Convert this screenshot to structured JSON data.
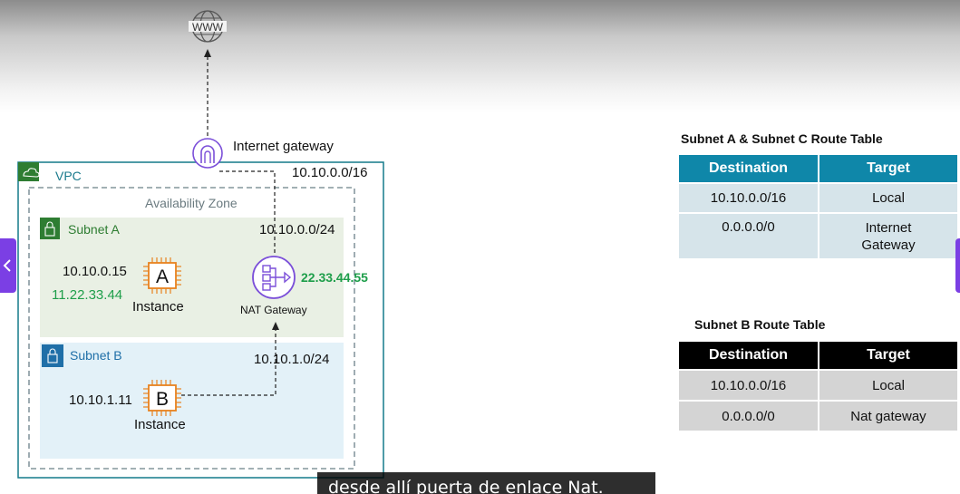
{
  "diagram": {
    "www_label": "WWW",
    "internet_gateway_label": "Internet gateway",
    "vpc_label": "VPC",
    "vpc_cidr": "10.10.0.0/16",
    "availability_zone_label": "Availability Zone",
    "subnet_a": {
      "label": "Subnet A",
      "cidr": "10.10.0.0/24",
      "instance_letter": "A",
      "private_ip": "10.10.0.15",
      "public_ip": "11.22.33.44",
      "instance_caption": "Instance"
    },
    "nat_gateway": {
      "caption": "NAT Gateway",
      "public_ip": "22.33.44.55"
    },
    "subnet_b": {
      "label": "Subnet B",
      "cidr": "10.10.1.0/24",
      "instance_letter": "B",
      "private_ip": "10.10.1.11",
      "instance_caption": "Instance"
    },
    "colors": {
      "vpc_border": "#147a8a",
      "subnet_a_fill": "#e9f0e4",
      "subnet_b_fill": "#e3f1f8",
      "icon_purple": "#7b4fd9",
      "instance_orange": "#e8821e",
      "public_ip_green": "#1e9e4a"
    }
  },
  "route_table_a": {
    "title": "Subnet A & Subnet C Route Table",
    "headers": [
      "Destination",
      "Target"
    ],
    "rows": [
      [
        "10.10.0.0/16",
        "Local"
      ],
      [
        "0.0.0.0/0",
        "Internet\nGateway"
      ]
    ],
    "row0_dest": "10.10.0.0/16",
    "row0_target": "Local",
    "row1_dest": "0.0.0.0/0",
    "row1_target_line1": "Internet",
    "row1_target_line2": "Gateway"
  },
  "route_table_b": {
    "title": "Subnet B Route Table",
    "headers": [
      "Destination",
      "Target"
    ],
    "rows": [
      [
        "10.10.0.0/16",
        "Local"
      ],
      [
        "0.0.0.0/0",
        "Nat gateway"
      ]
    ]
  },
  "subtitle": "desde allí puerta de enlace Nat."
}
